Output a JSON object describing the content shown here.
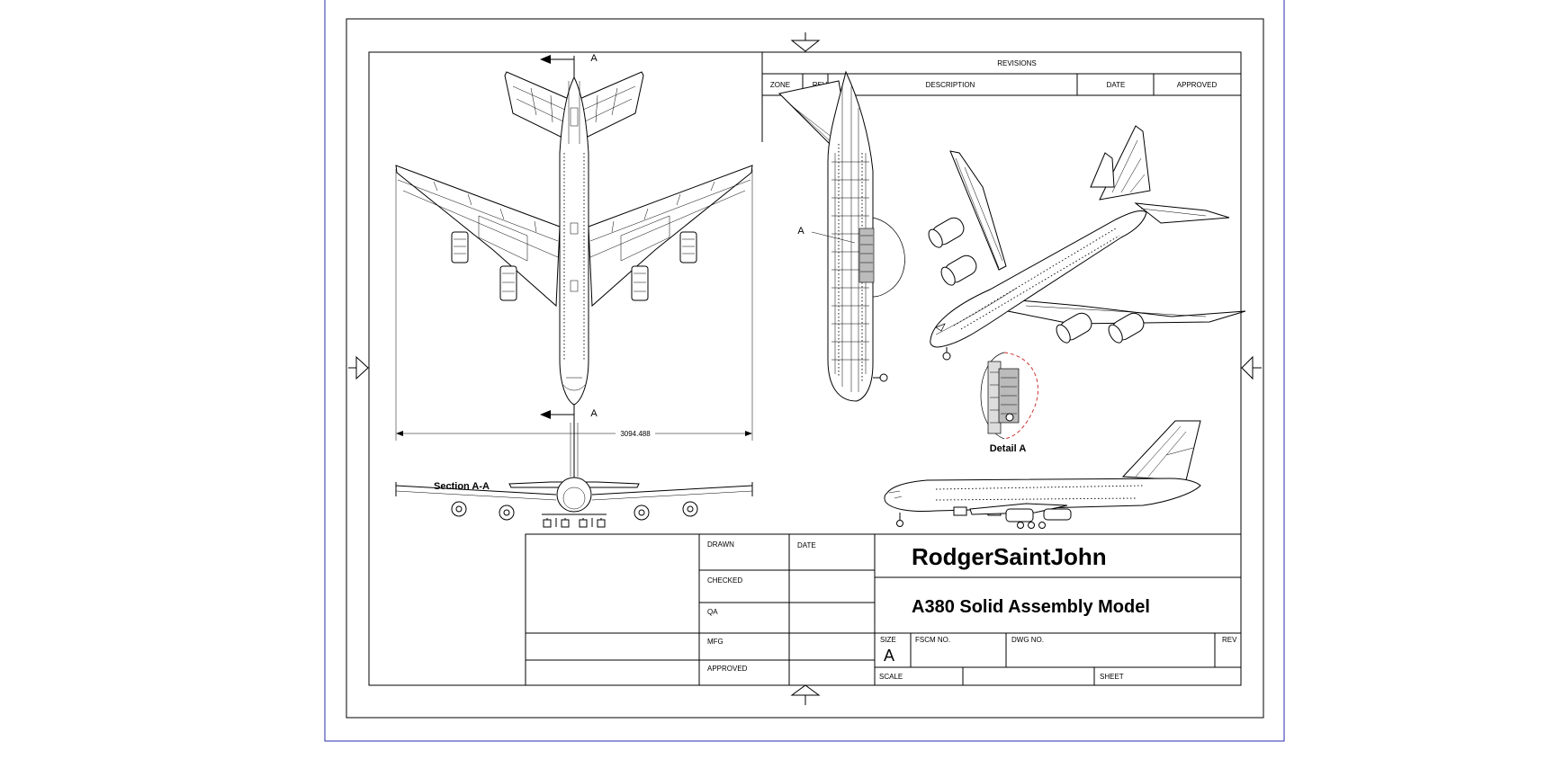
{
  "revisions": {
    "title": "REVISIONS",
    "columns": [
      "ZONE",
      "REV",
      "DESCRIPTION",
      "DATE",
      "APPROVED"
    ]
  },
  "labels": {
    "section_marker": "A",
    "section_view": "Section A-A",
    "detail_marker": "A",
    "detail_view": "Detail A",
    "dimension": "3094.488"
  },
  "title_block": {
    "drawn": "DRAWN",
    "date": "DATE",
    "checked": "CHECKED",
    "qa": "QA",
    "mfg": "MFG",
    "approved": "APPROVED",
    "company": "RodgerSaintJohn",
    "title": "A380 Solid Assembly Model",
    "size_label": "SIZE",
    "size_value": "A",
    "fscm_label": "FSCM NO.",
    "dwg_label": "DWG NO.",
    "rev_label": "REV",
    "scale_label": "SCALE",
    "sheet_label": "SHEET"
  }
}
